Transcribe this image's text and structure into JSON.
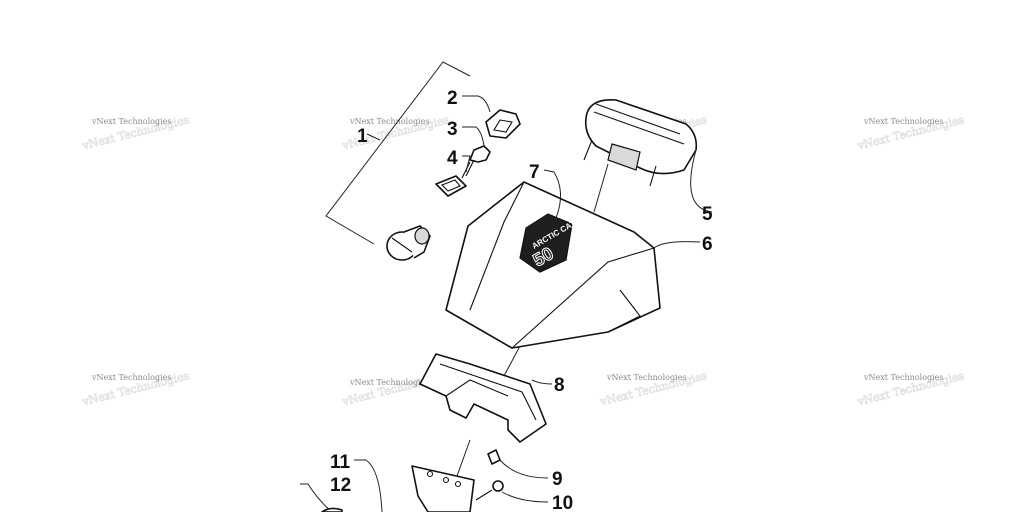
{
  "diagram": {
    "callouts": [
      "1",
      "2",
      "3",
      "4",
      "5",
      "6",
      "7",
      "8",
      "9",
      "10",
      "11",
      "12"
    ],
    "watermark": "vNext Technologies",
    "decal": {
      "brand": "ARCTIC CAT",
      "number": "50"
    }
  }
}
